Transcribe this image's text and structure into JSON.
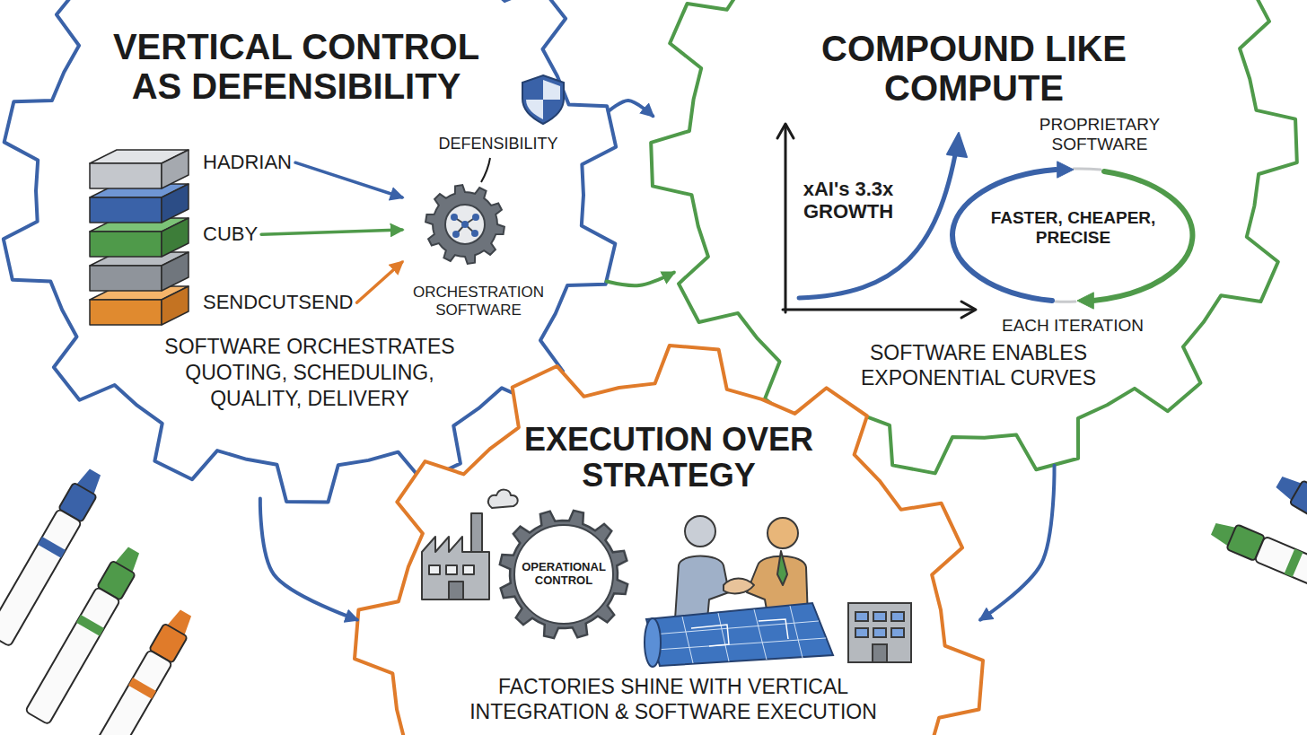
{
  "diagram": {
    "nodes": [
      {
        "text": [
          "VERTICAL CONTROL AS DEFENSIBILITY",
          "SOFTWARE ORCHESTRATES QUOTING, SCHEDULING, QUALITY, DELIVERY"
        ]
      },
      {
        "text": [
          "HADRIAN"
        ],
        "in": 0
      },
      {
        "text": [
          "CUBY"
        ],
        "in": 0
      },
      {
        "text": [
          "SENDCUTSEND"
        ],
        "in": 0
      },
      {
        "text": [
          "ORCHESTRATION SOFTWARE"
        ],
        "in": 0
      },
      {
        "text": [
          "COMPOUND LIKE COMPUTE",
          "SOFTWARE ENABLES EXPONENTIAL CURVES"
        ]
      },
      {
        "text": [
          "EXECUTION OVER STRATEGY",
          "FACTORIES SHINE WITH VERTICAL INTEGRATION & SOFTWARE EXECUTION"
        ]
      }
    ],
    "edges": [
      {
        "from": 1,
        "to": 4,
        "arrow": "to"
      },
      {
        "from": 2,
        "to": 4,
        "arrow": "to"
      },
      {
        "from": 3,
        "to": 4,
        "arrow": "to"
      },
      {
        "from": 0,
        "to": 5,
        "arrow": "to"
      },
      {
        "from": 0,
        "to": 5,
        "arrow": "to"
      },
      {
        "from": 0,
        "to": 6,
        "arrow": "to"
      },
      {
        "from": 5,
        "to": 6,
        "arrow": "to"
      }
    ],
    "labels": [
      "DEFENSIBILITY",
      "xAI's 3.3x GROWTH",
      "PROPRIETARY SOFTWARE",
      "FASTER, CHEAPER, PRECISE",
      "EACH ITERATION",
      "OPERATIONAL CONTROL"
    ]
  }
}
